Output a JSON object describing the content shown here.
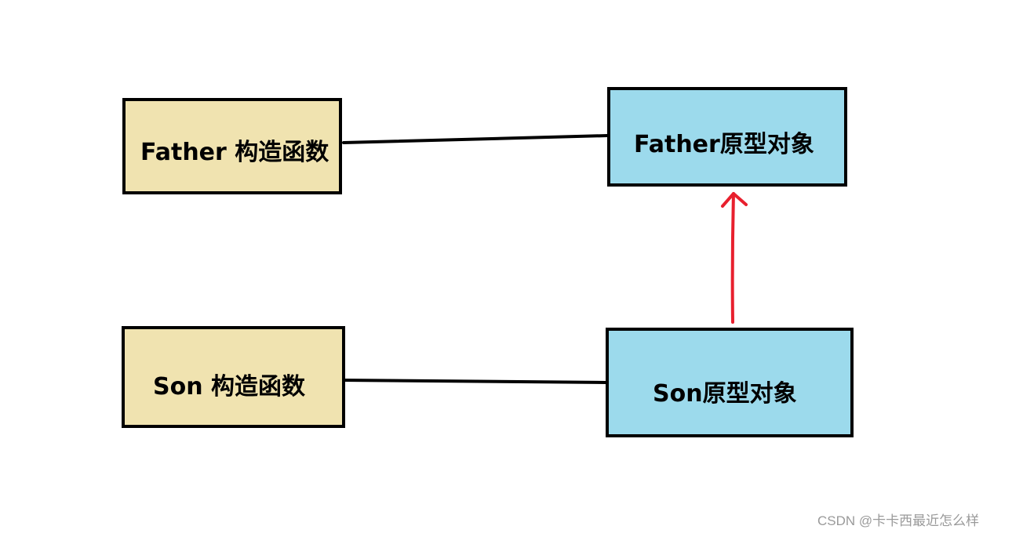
{
  "diagram": {
    "nodes": {
      "father_constructor": {
        "label": "Father 构造函数",
        "fill": "#f0e3b0"
      },
      "father_prototype": {
        "label": "Father原型对象",
        "fill": "#9cdaec"
      },
      "son_constructor": {
        "label": "Son 构造函数",
        "fill": "#f0e3b0"
      },
      "son_prototype": {
        "label": "Son原型对象",
        "fill": "#9cdaec"
      }
    },
    "edges": [
      {
        "from": "father_constructor",
        "to": "father_prototype",
        "style": "line",
        "color": "#000000"
      },
      {
        "from": "son_constructor",
        "to": "son_prototype",
        "style": "line",
        "color": "#000000"
      },
      {
        "from": "son_prototype",
        "to": "father_prototype",
        "style": "arrow",
        "color": "#e8202e"
      }
    ]
  },
  "watermark": "CSDN @卡卡西最近怎么样"
}
